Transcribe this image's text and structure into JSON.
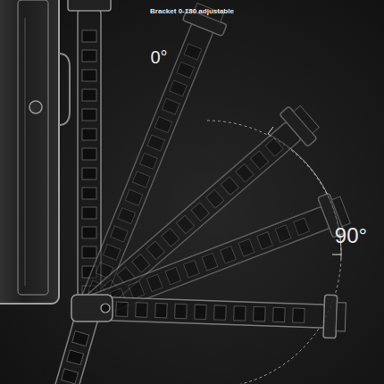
{
  "diagram": {
    "labels": [
      "Bracket 0-180 adjustable",
      "0°",
      "90°"
    ]
  }
}
